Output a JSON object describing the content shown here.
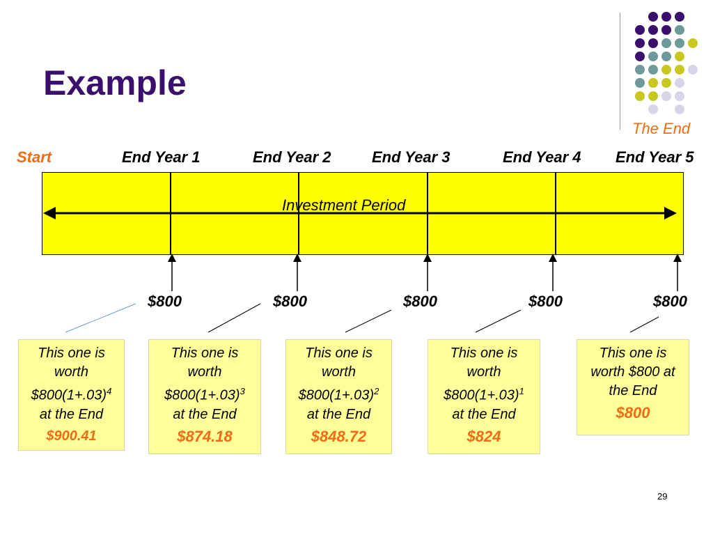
{
  "slide": {
    "title": "Example",
    "the_end_label": "The End",
    "page_number": "29"
  },
  "timeline": {
    "headers": [
      "Start",
      "End Year 1",
      "End Year 2",
      "End Year 3",
      "End Year 4",
      "End Year 5"
    ],
    "band_label": "Investment Period",
    "band_color": "#ffff00",
    "payments": [
      "$800",
      "$800",
      "$800",
      "$800",
      "$800"
    ]
  },
  "boxes": [
    {
      "line1": "This one is",
      "line2": "worth",
      "line3": "$800(1+.03)",
      "exponent": "4",
      "line4": "at the End",
      "value": "$900.41"
    },
    {
      "line1": "This one is",
      "line2": "worth",
      "line3": "$800(1+.03)",
      "exponent": "3",
      "line4": "at the End",
      "value": "$874.18"
    },
    {
      "line1": "This one is",
      "line2": "worth",
      "line3": "$800(1+.03)",
      "exponent": "2",
      "line4": "at the End",
      "value": "$848.72"
    },
    {
      "line1": "This one is",
      "line2": "worth",
      "line3": "$800(1+.03)",
      "exponent": "1",
      "line4": "at the End",
      "value": "$824"
    },
    {
      "line1": "This one is",
      "line2": "worth $800 at",
      "line3": "the End",
      "value": "$800"
    }
  ],
  "colors": {
    "title": "#3a0f6e",
    "accent_orange": "#ef6b14",
    "box_fill": "#ffff99",
    "dot_purple": "#3a0f6e",
    "dot_teal": "#6f9a9a",
    "dot_olive": "#c8c81e",
    "dot_lavender": "#d6d6e8"
  }
}
